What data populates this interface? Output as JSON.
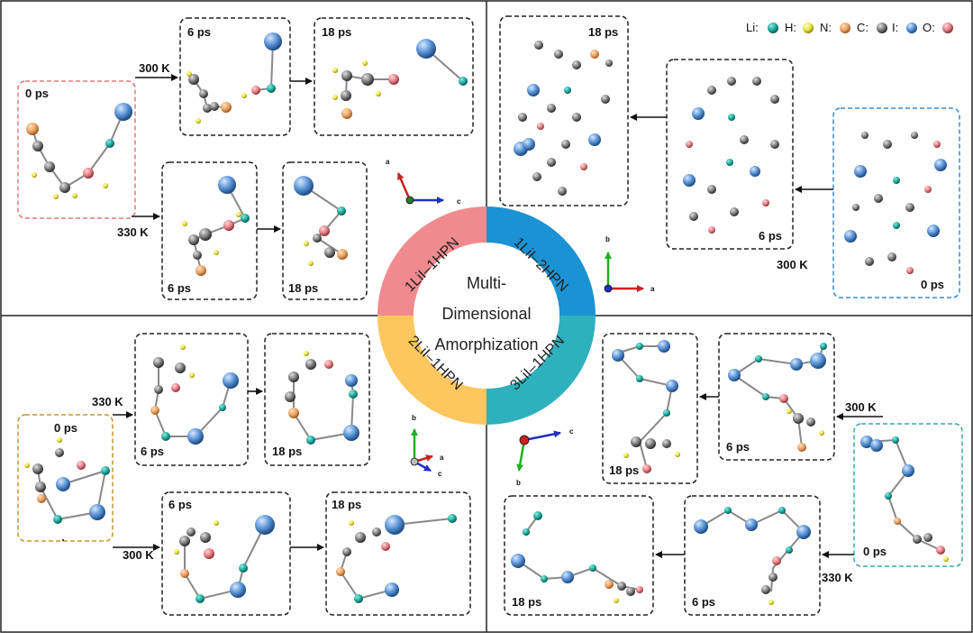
{
  "center": {
    "lines": [
      "Multi-",
      "Dimensional",
      "Amorphization"
    ]
  },
  "ring_labels": {
    "q1": "1LiI–1HPN",
    "q2": "1LiI–2HPN",
    "q3": "2LiI–1HPN",
    "q4": "3LiI–1HPN"
  },
  "legend": {
    "items": [
      {
        "label": "Li:",
        "color": "#1aa89a"
      },
      {
        "label": "H:",
        "color": "#f2ec3a"
      },
      {
        "label": "N:",
        "color": "#f0b07a"
      },
      {
        "label": "C:",
        "color": "#9a9a9a"
      },
      {
        "label": "I:",
        "color": "#5a94d6"
      },
      {
        "label": "O:",
        "color": "#e07a80"
      }
    ]
  },
  "times": {
    "t0": "0 ps",
    "t6": "6 ps",
    "t18": "18 ps"
  },
  "temps": {
    "t300": "300 K",
    "t330": "330 K"
  },
  "axes": {
    "q1": {
      "up": "a",
      "right": "c"
    },
    "q2": {
      "up": "b",
      "right": "a"
    },
    "q3": {
      "up": "b",
      "right1": "a",
      "right2": "c"
    },
    "q4": {
      "right": "c",
      "down": "b"
    }
  },
  "colors": {
    "ring_q1": "#f08a8e",
    "ring_q2": "#1b92d4",
    "ring_q3": "#fcc75f",
    "ring_q4": "#2fb0bd",
    "Li": "#1aa89a",
    "H": "#f2ec3a",
    "N": "#f0b07a",
    "C": "#8a8a8a",
    "I": "#5a94d6",
    "O": "#e07a80",
    "box_q1_start": "#e07a7a",
    "box_q2_start": "#3a8ccc",
    "box_q3_start": "#c9952a",
    "box_q4_start": "#3aa8a6"
  }
}
